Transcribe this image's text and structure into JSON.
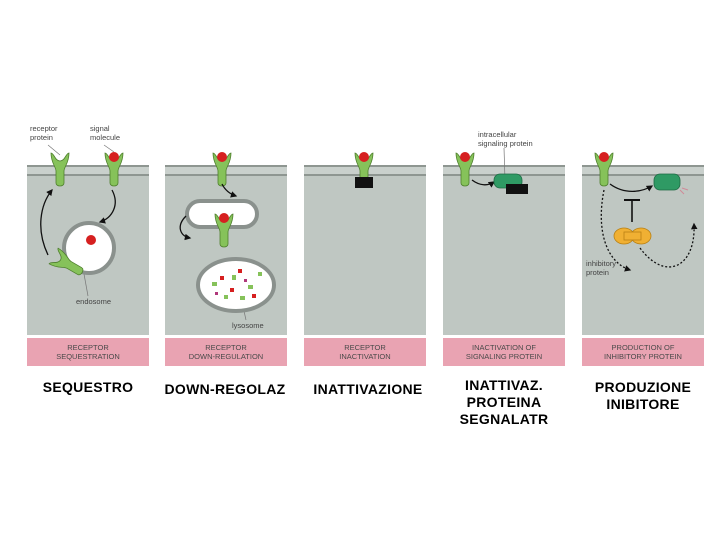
{
  "annotations": {
    "receptor_protein": [
      "receptor",
      "protein"
    ],
    "signal_molecule": [
      "signal",
      "molecule"
    ],
    "intracellular_signaling_protein": [
      "intracellular",
      "signaling protein"
    ],
    "endosome": "endosome",
    "lysosome": "lysosome",
    "inhibitory_protein": [
      "inhibitory",
      "protein"
    ]
  },
  "panels": [
    {
      "caption": [
        "RECEPTOR",
        "SEQUESTRATION"
      ],
      "label": [
        "SEQUESTRO"
      ]
    },
    {
      "caption": [
        "RECEPTOR",
        "DOWN-REGULATION"
      ],
      "label": [
        "DOWN-REGOLAZ"
      ]
    },
    {
      "caption": [
        "RECEPTOR",
        "INACTIVATION"
      ],
      "label": [
        "INATTIVAZIONE"
      ]
    },
    {
      "caption": [
        "INACTIVATION OF",
        "SIGNALING PROTEIN"
      ],
      "label": [
        "INATTIVAZ.",
        "PROTEINA",
        "SEGNALATR"
      ]
    },
    {
      "caption": [
        "PRODUCTION OF",
        "INHIBITORY PROTEIN"
      ],
      "label": [
        "PRODUZIONE",
        "INIBITORE"
      ]
    }
  ],
  "colors": {
    "cell_interior": "#bfc7c2",
    "caption_band": "#e9a3b2",
    "receptor": "#86c25a",
    "signal": "#d62020",
    "signaling_protein": "#2f9a64",
    "inhibitor": "#f0b033",
    "blocker": "#111111"
  }
}
